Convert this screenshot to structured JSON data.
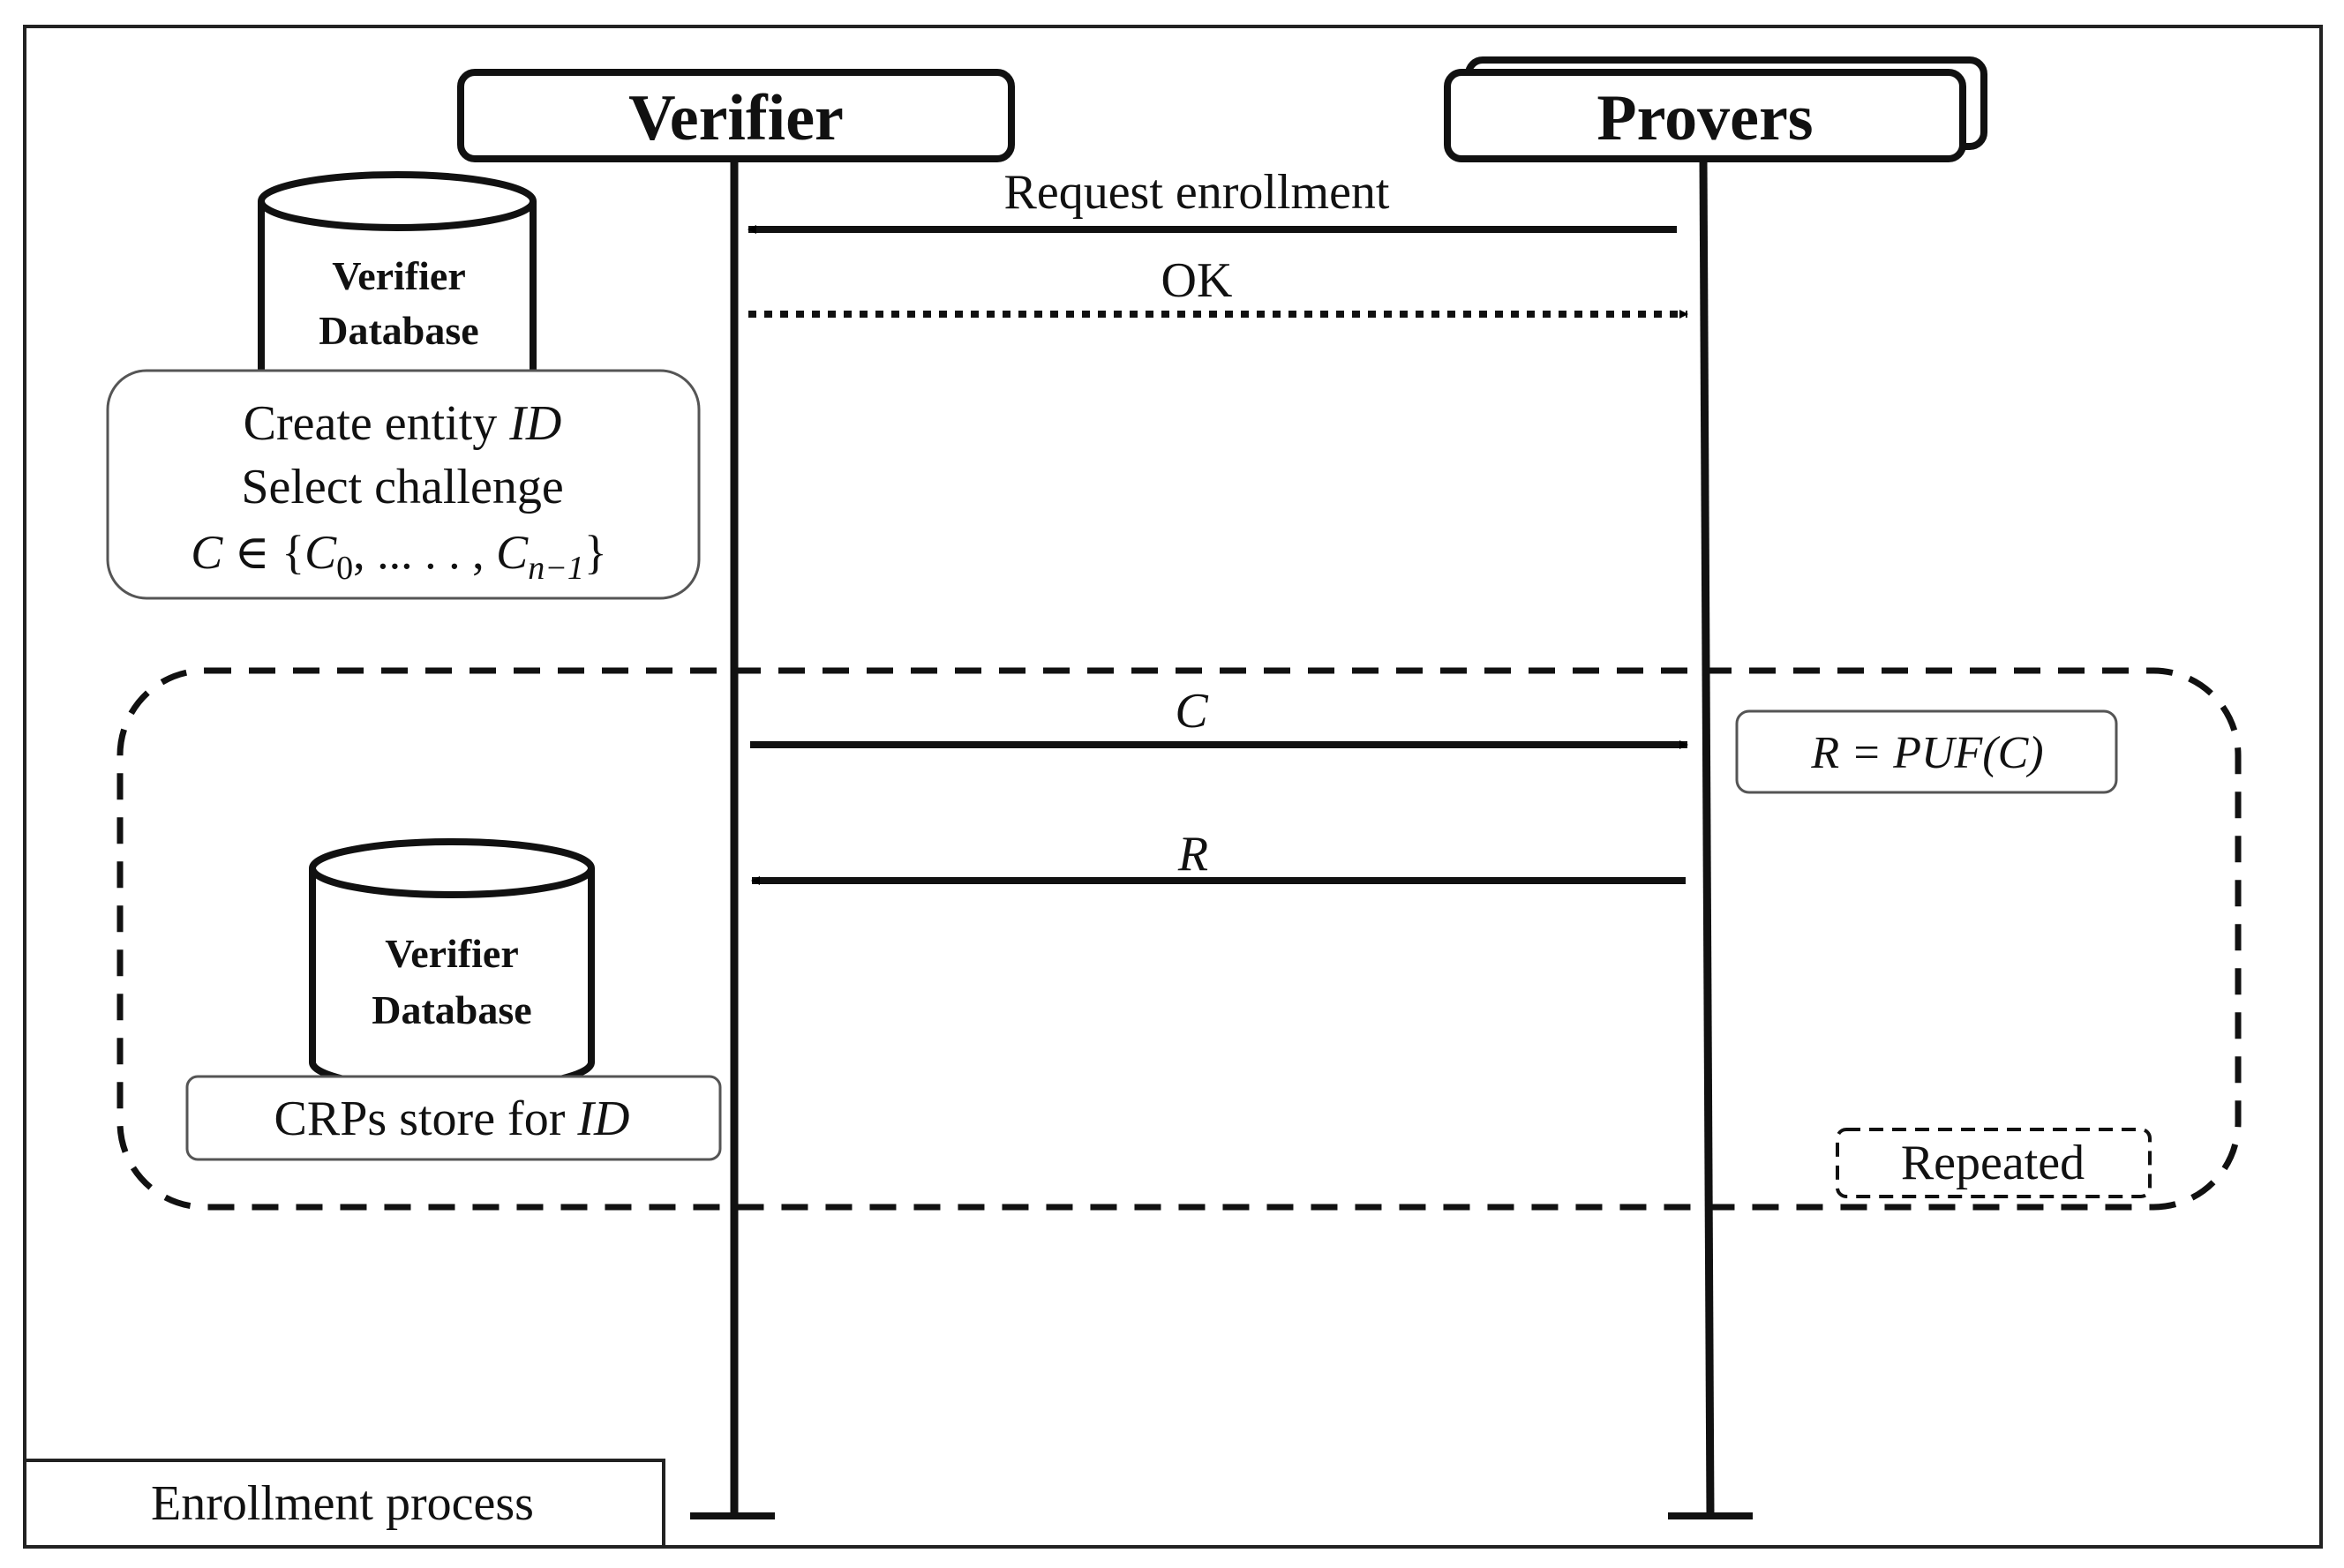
{
  "actors": {
    "verifier": "Verifier",
    "provers": "Provers"
  },
  "messages": {
    "request": "Request enrollment",
    "ok": "OK",
    "challenge": "C",
    "response": "R"
  },
  "database": {
    "line1": "Verifier",
    "line2": "Database"
  },
  "notes": {
    "create_prefix": "Create entity ",
    "create_id": "ID",
    "select": "Select challenge",
    "set_c": "C",
    "set_elem": " ∈ {",
    "set_c0": "C",
    "set_sub0": "0",
    "set_mid": ", ... . . , ",
    "set_cn": "C",
    "set_subn": "n−1",
    "set_close": "}",
    "store_prefix": "CRPs store for ",
    "store_id": "ID",
    "puf": "R = PUF(C)"
  },
  "loop_label": "Repeated",
  "frame_label": "Enrollment process"
}
